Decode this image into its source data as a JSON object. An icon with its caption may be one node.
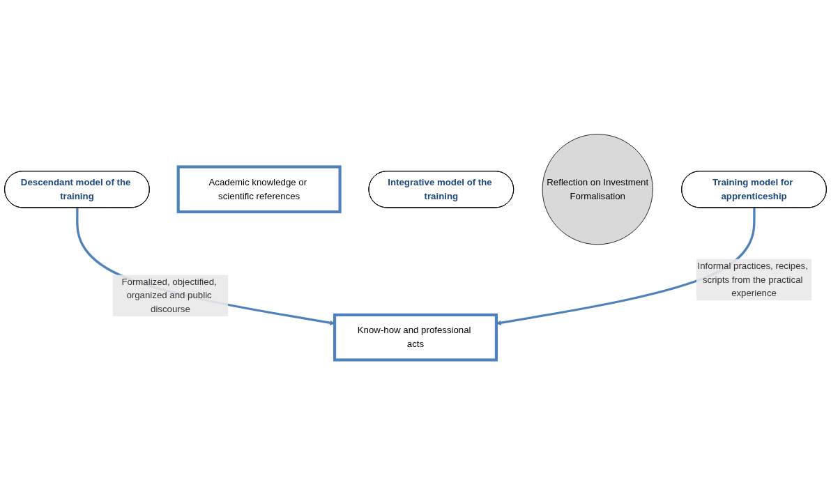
{
  "diagram": {
    "nodes": [
      {
        "text": [
          "Descendant model of the training"
        ]
      },
      {
        "text": [
          "Academic knowledge or scientific references"
        ]
      },
      {
        "text": [
          "Integrative model of the training"
        ]
      },
      {
        "text": [
          "Reflection on Investment",
          "Formalisation"
        ]
      },
      {
        "text": [
          "Know-how and professional acts"
        ]
      },
      {
        "text": [
          "Training model for apprenticeship"
        ]
      }
    ],
    "edges": [
      {
        "from": 0,
        "to": 4,
        "arrow": "to",
        "label": "Formalized, objectified, organized and public discourse"
      },
      {
        "from": 5,
        "to": 4,
        "arrow": "to",
        "label": "Informal practices, recipes, scripts from the practical experience"
      }
    ]
  }
}
